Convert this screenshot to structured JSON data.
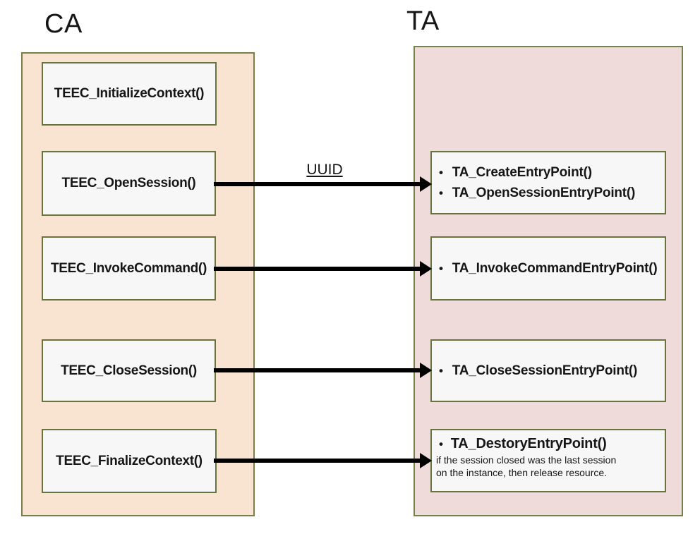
{
  "ca": {
    "title": "CA",
    "boxes": [
      {
        "label": "TEEC_InitializeContext()"
      },
      {
        "label": "TEEC_OpenSession()"
      },
      {
        "label": "TEEC_InvokeCommand()"
      },
      {
        "label": "TEEC_CloseSession()"
      },
      {
        "label": "TEEC_FinalizeContext()"
      }
    ]
  },
  "ta": {
    "title": "TA",
    "boxes": [
      {
        "bullets": [
          "TA_CreateEntryPoint()",
          "TA_OpenSessionEntryPoint()"
        ]
      },
      {
        "bullets": [
          "TA_InvokeCommandEntryPoint()"
        ]
      },
      {
        "bullets": [
          "TA_CloseSessionEntryPoint()"
        ]
      },
      {
        "bullets": [
          "TA_DestoryEntryPoint()"
        ],
        "note_lines": [
          "if the session closed was the last session",
          "on the instance, then release resource."
        ]
      }
    ]
  },
  "arrows": [
    {
      "name": "open-session",
      "label": "UUID"
    },
    {
      "name": "invoke-command",
      "label": ""
    },
    {
      "name": "close-session",
      "label": ""
    },
    {
      "name": "finalize-context",
      "label": ""
    }
  ],
  "glyphs": {
    "bullet": "•"
  },
  "colors": {
    "ca_fill": "#f8e4d0",
    "ta_fill": "#efdbda",
    "node_fill": "#f7f7f7",
    "frame_border": "#75814b",
    "node_border": "#68743f",
    "arrow": "#000000",
    "text": "#161616"
  }
}
